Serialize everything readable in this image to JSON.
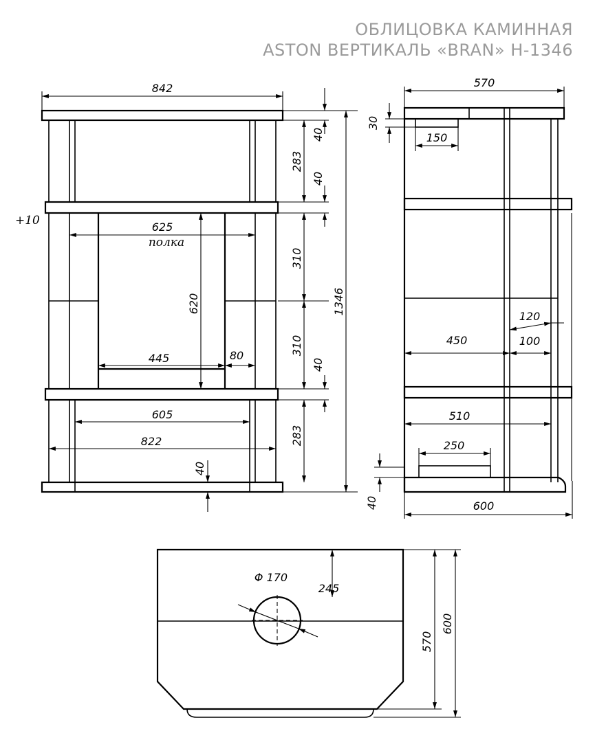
{
  "title": {
    "line1": "ОБЛИЦОВКА КАМИННАЯ",
    "line2": "ASTON ВЕРТИКАЛЬ «BRAN» H-1346"
  },
  "front_view": {
    "overall_width": "842",
    "inner_width_822": "822",
    "inner_width_605": "605",
    "shelf_width": "625",
    "shelf_label": "полка",
    "opening_width": "445",
    "pilaster_width": "80",
    "opening_height": "620",
    "shelf_offset": "+10",
    "base_thickness": "40",
    "total_height": "1346",
    "segments": [
      "40",
      "283",
      "40",
      "310",
      "310",
      "40",
      "283"
    ]
  },
  "side_view": {
    "top_width": "570",
    "top_thickness": "30",
    "flue_width": "150",
    "depth_120": "120",
    "depth_100": "100",
    "depth_450": "450",
    "depth_510": "510",
    "hearth_width": "250",
    "base_thickness": "40",
    "base_width": "600"
  },
  "plan_view": {
    "flue_diameter": "Φ 170",
    "flue_offset": "245",
    "depth_570": "570",
    "depth_600": "600"
  }
}
